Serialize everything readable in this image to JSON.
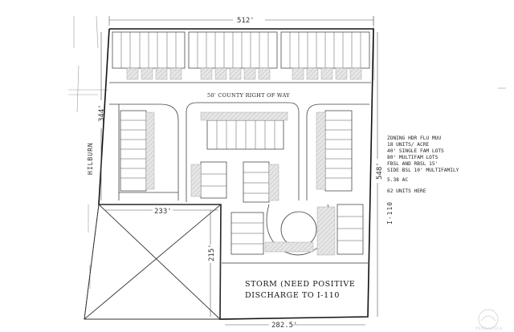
{
  "dimensions": {
    "top": "512'",
    "left": "344'",
    "right": "548'",
    "bottom": "282.5'",
    "middle": "233'",
    "vertical": "215'"
  },
  "roads": {
    "county_row": "50' COUNTY RIGHT OF WAY",
    "west_street": "HILBURN",
    "east_street": "I-110"
  },
  "notes": [
    "ZONING HDR  FLU MUU",
    "18 UNITS/ ACRE",
    "40' SINGLE FAM LOTS",
    "80' MULTIFAM LOTS",
    "FBSL AND RBSL 15'",
    "SIDE BSL 10' MULTIFAMILY",
    "5.38 AC",
    "62 UNITS HERE"
  ],
  "storm": {
    "line1": "STORM (NEED POSITIVE",
    "line2": "DISCHARGE TO I-110"
  },
  "watermark": "PENSACOLA"
}
